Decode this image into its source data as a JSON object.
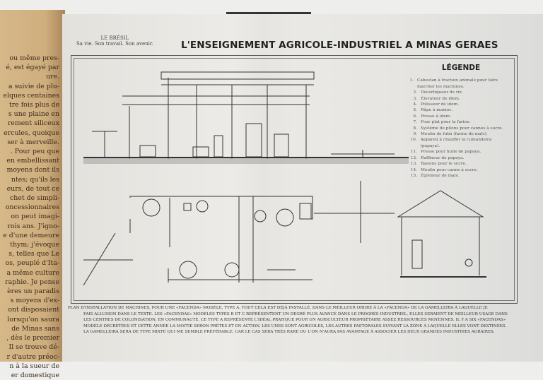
{
  "left_page": {
    "lines": [
      "ou même pres-",
      "é, est égayé par",
      "ure.",
      "a suivie de plu-",
      "elques centaines",
      "tre fois plus de",
      "s une plaine en",
      "rement siliceux",
      "ercules, quoique",
      "ser à merveille.",
      ". Pour peu que",
      "en embellissant",
      "moyens dont ils",
      "ntes; qu'ils les",
      "eurs, de tout ce",
      "chet de simpli-",
      "oncessionnaires",
      "on peut imagi-",
      "rois ans. J'igno-",
      "e d'une demeure",
      "thym; j'évoque",
      "s, telles que Le",
      "os, peuplé d'Ita-",
      "a même culture",
      "raphie. Je pense",
      "ères un paradis",
      "s moyens d'ex-",
      "ont disposaient",
      "lorsqu'on saura",
      "de Minas sans",
      ", dès le premier",
      "Il se trouve dé-",
      "r d'autre préoc-",
      "n à la sueur de",
      "er domestique"
    ]
  },
  "header": {
    "book_title": "LE BRÉSIL",
    "book_subtitle": "Sa vie. Son travail. Son avenir.",
    "plate_title": "L'ENSEIGNEMENT AGRICOLE-INDUSTRIEL A MINAS GERAES"
  },
  "legend": {
    "title": "LÉGENDE",
    "items": [
      {
        "n": "1.",
        "text": "Cabestan à traction animale pour faire marcher les machines."
      },
      {
        "n": "2.",
        "text": "Décortiqueur de riz."
      },
      {
        "n": "3.",
        "text": "Élevateur de idem."
      },
      {
        "n": "4.",
        "text": "Polisseur de idem."
      },
      {
        "n": "5.",
        "text": "Râpe à manioc."
      },
      {
        "n": "6.",
        "text": "Presse à idem."
      },
      {
        "n": "7.",
        "text": "Four plat pour la farine."
      },
      {
        "n": "8.",
        "text": "Système de pilons pour cannes à sucre."
      },
      {
        "n": "9.",
        "text": "Moulin de fubá (farine de maïs)."
      },
      {
        "n": "10.",
        "text": "Appareil à chauffer la cumandeira (papaya)."
      },
      {
        "n": "11.",
        "text": "Presse pour huile de papaya."
      },
      {
        "n": "12.",
        "text": "Raffineur de papaya."
      },
      {
        "n": "13.",
        "text": "Bassins pour le sucre."
      },
      {
        "n": "14.",
        "text": "Moulin pour canne à sucre."
      },
      {
        "n": "15.",
        "text": "Égreneur de maïs."
      }
    ]
  },
  "caption": {
    "lines": [
      "Plan d'installation de machines, pour une «Facenda» modèle, type A. Tout cela est déjà installé, dans le meilleur ordre à la «Facenda» de la Gamelleira à laquelle je",
      "fais allusion dans le texte. Les «Facendas» modèles types B et C représentent un degré plus avancé dans le progrès industriel. Elles seraient de meilleur usage dans",
      "les centres de colonisation, en communauté. Ce type A représente l'idéal pratique pour un agriculteur propriétaire assez ressources moyennes. Il y a six «Facendas»",
      "modèle décrétées et cette année la moitié seron prêtes et en action. Les unes sont agricoles, les autres pastorales suivant la zône à laquelle elles vont destinées.",
      "La Gamelleira sera de type mixte qui me semble préférable, car le cas sera très rare ou l'on n'aura pas avantage à associer les deux grandes industries agraires."
    ]
  }
}
